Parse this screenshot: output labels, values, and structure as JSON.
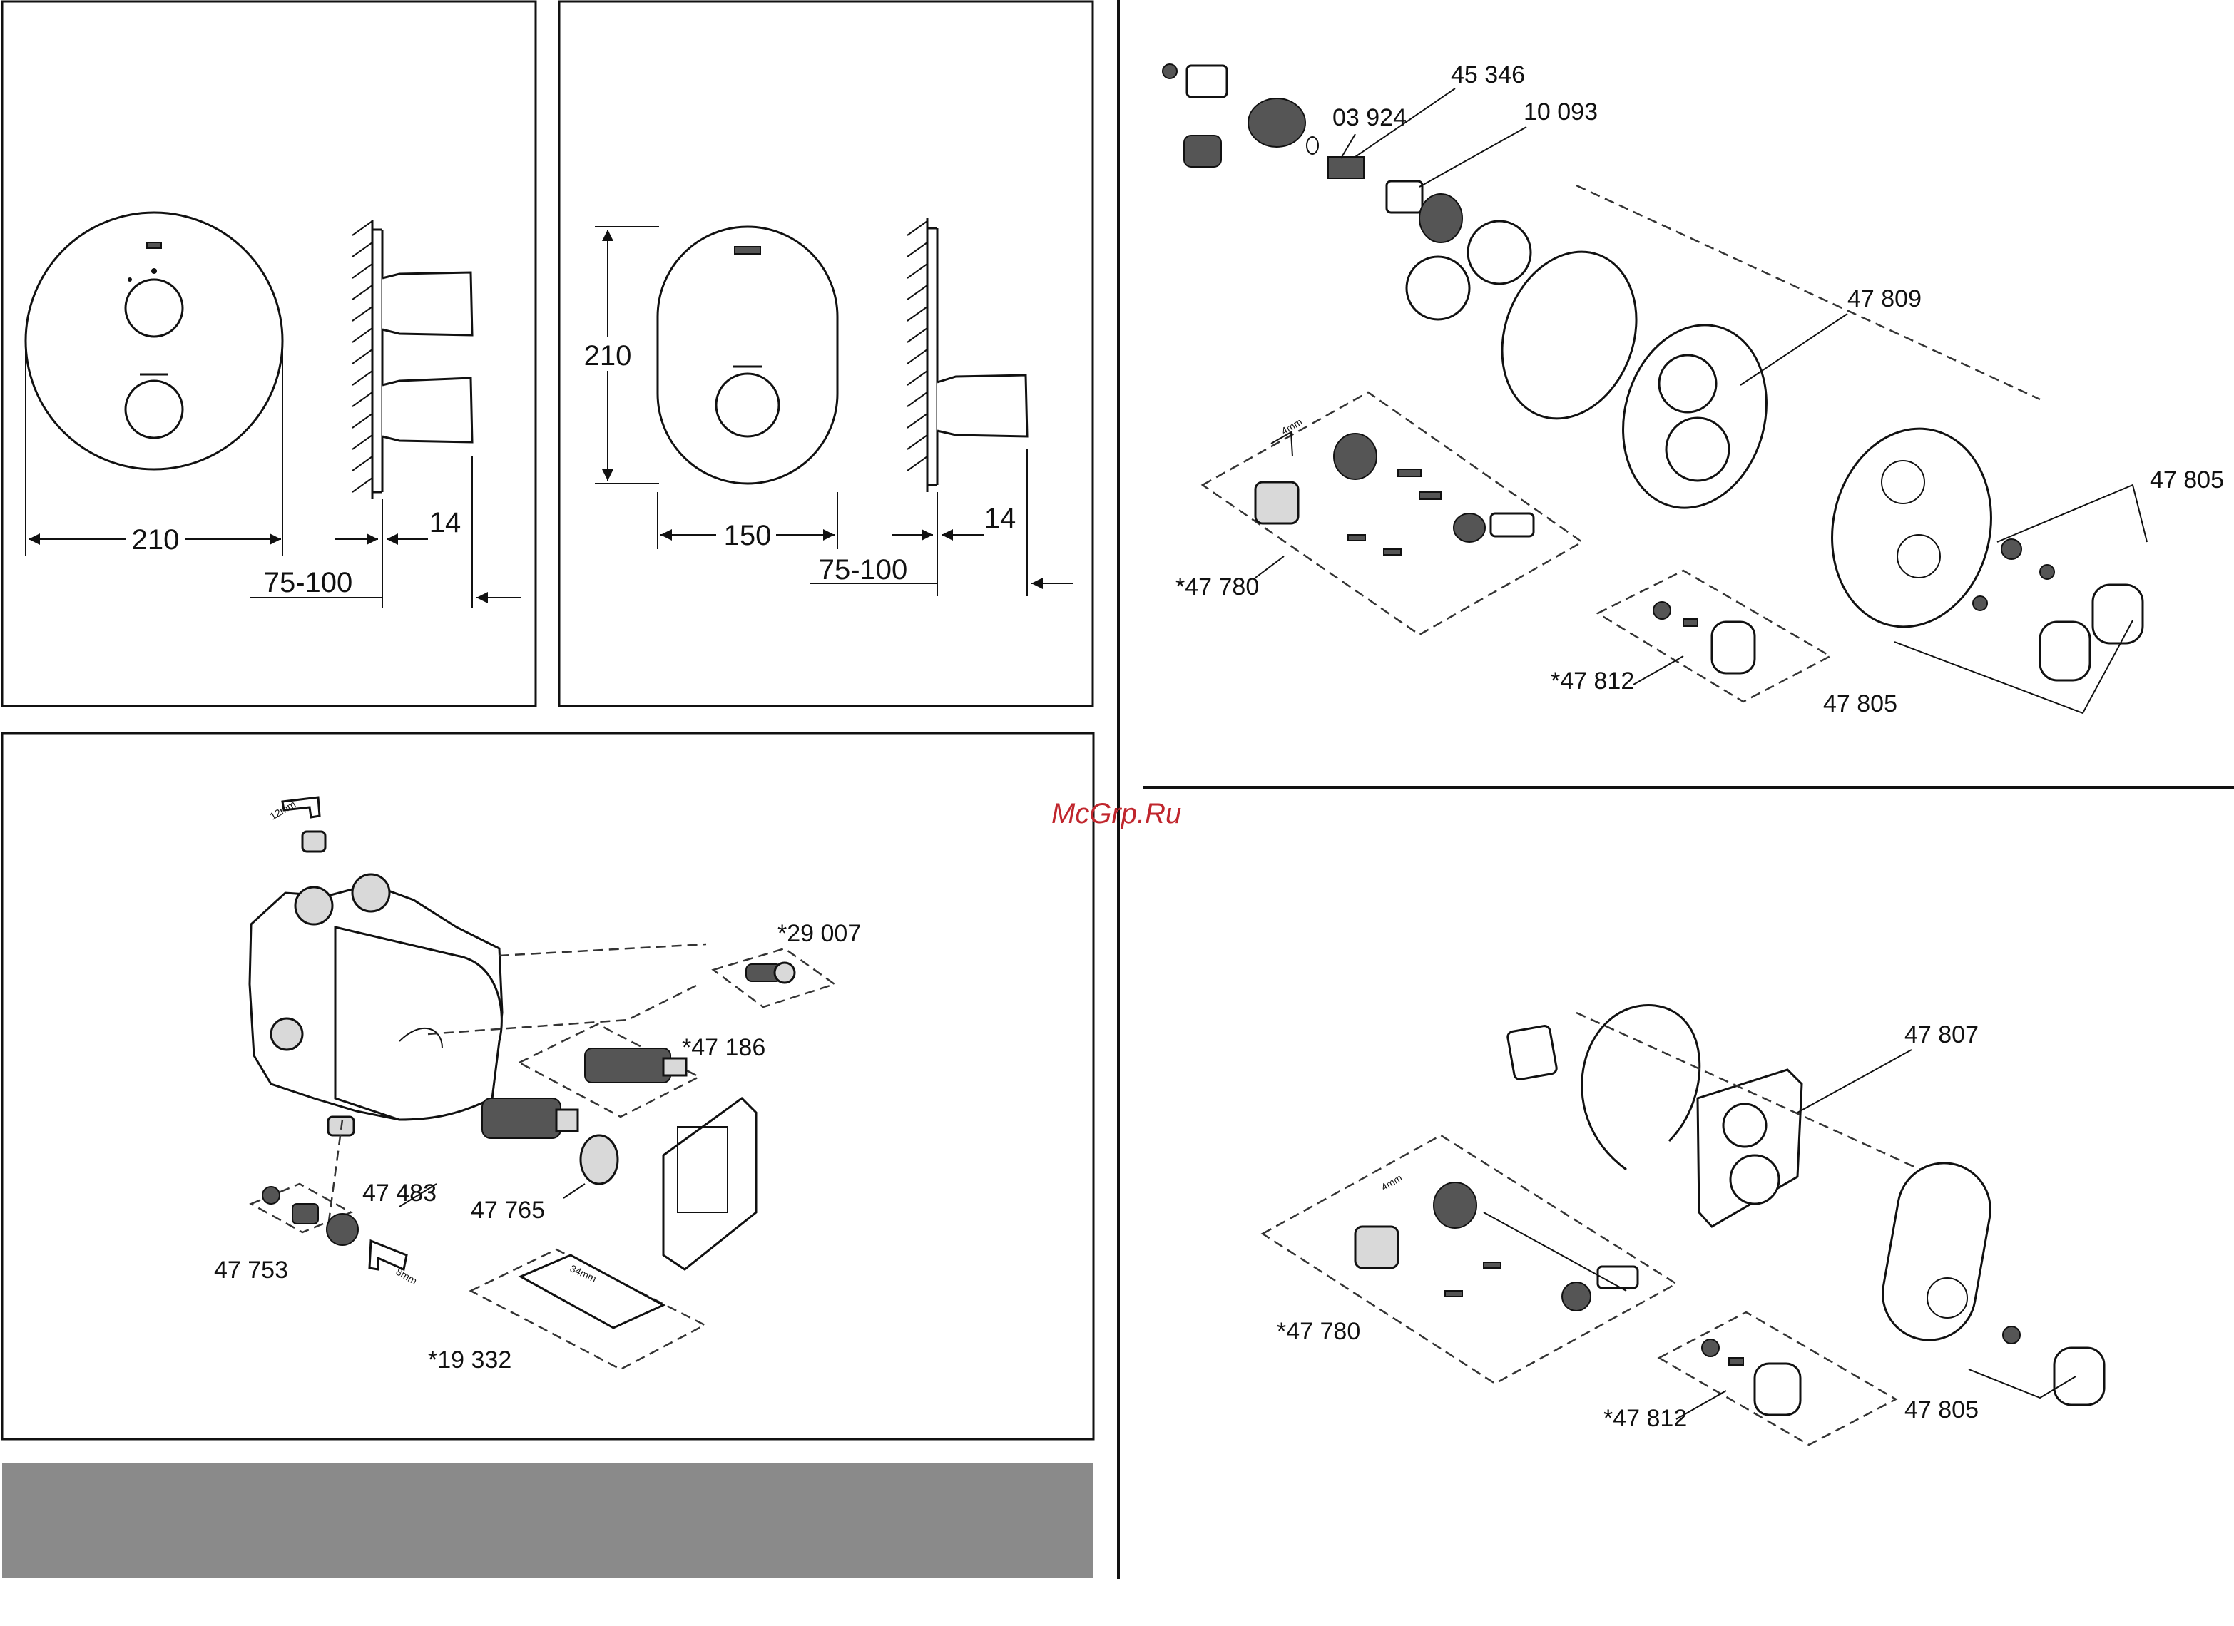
{
  "watermark": "McGrp.Ru",
  "panel_round": {
    "width_dim": "210",
    "depth_dim": "14",
    "install_dim": "75-100"
  },
  "panel_oval": {
    "height_dim": "210",
    "width_dim": "150",
    "depth_dim": "14",
    "install_dim": "75-100"
  },
  "rough_in": {
    "tool_hex_label": "12mm",
    "tool_small_label": "8mm",
    "tool_key_label": "34mm",
    "parts": [
      "*29 007",
      "*47 186",
      "47 483",
      "47 765",
      "47 753",
      "*19 332"
    ]
  },
  "round_trim_parts": [
    "45 346",
    "03 924",
    "10 093",
    "47 809",
    "47 805",
    "*47 780",
    "*47 812",
    "47 805"
  ],
  "round_trim_tool_label": "4mm",
  "oval_trim_parts": [
    "47 807",
    "*47 780",
    "*47 812",
    "47 805"
  ],
  "oval_trim_tool_label": "4mm",
  "colors": {
    "line": "#111111",
    "gray_bar": "#8a8a8a",
    "watermark": "#c0262d"
  }
}
